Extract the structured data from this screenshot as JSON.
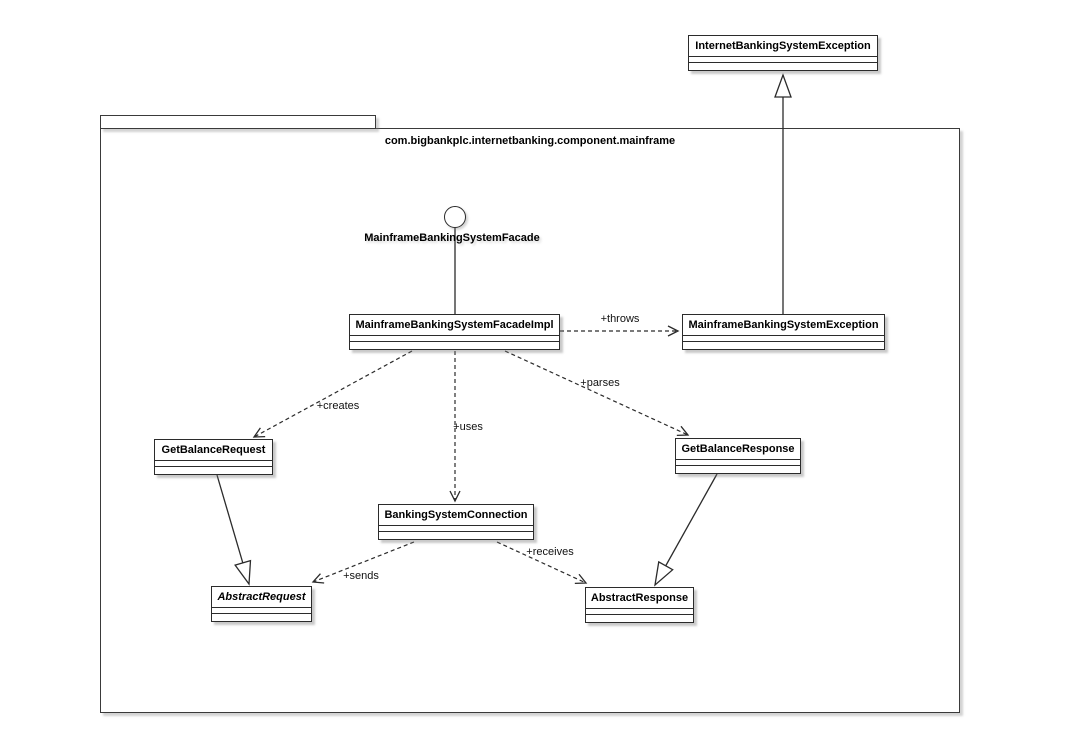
{
  "diagram": {
    "package_name": "com.bigbankplc.internetbanking.component.mainframe",
    "interface_label": "MainframeBankingSystemFacade",
    "classes": {
      "internet_banking_system_exception": "InternetBankingSystemException",
      "mainframe_banking_system_facade_impl": "MainframeBankingSystemFacadeImpl",
      "mainframe_banking_system_exception": "MainframeBankingSystemException",
      "get_balance_request": "GetBalanceRequest",
      "get_balance_response": "GetBalanceResponse",
      "banking_system_connection": "BankingSystemConnection",
      "abstract_request": "AbstractRequest",
      "abstract_response": "AbstractResponse"
    },
    "edge_labels": {
      "throws": "+throws",
      "creates": "+creates",
      "uses": "+uses",
      "parses": "+parses",
      "sends": "+sends",
      "receives": "+receives"
    },
    "colors": {
      "line": "#2b2b2b",
      "background": "#ffffff",
      "text": "#000000"
    }
  }
}
